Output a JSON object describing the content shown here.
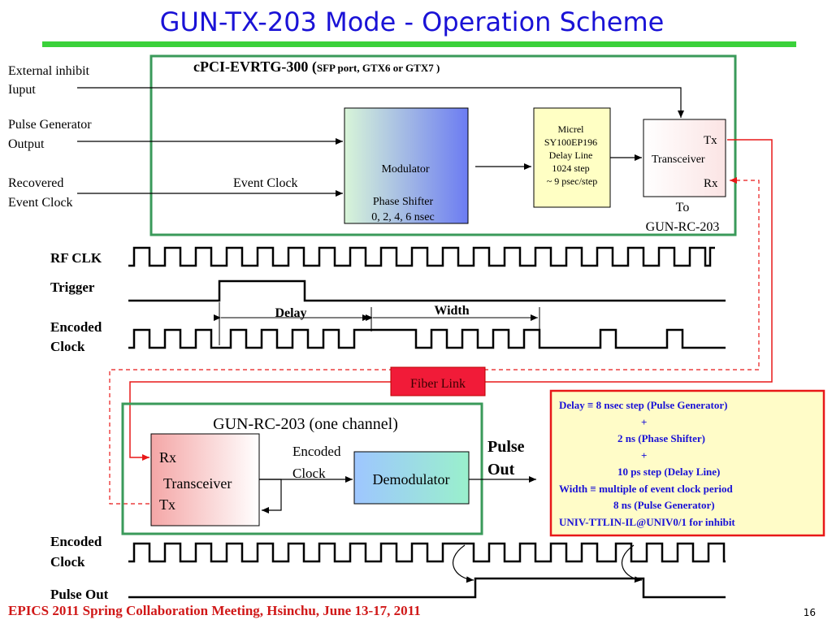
{
  "title": "GUN-TX-203 Mode - Operation Scheme",
  "tx_block": {
    "heading_main": "cPCI-EVRTG-300 (",
    "heading_small": "SFP port, GTX6 or GTX7 )",
    "modulator": "Modulator",
    "phase_shifter_line1": "Phase Shifter",
    "phase_shifter_line2": "0, 2, 4, 6 nsec",
    "delay_line": [
      "Micrel",
      "SY100EP196",
      "Delay Line",
      "1024 step",
      "~ 9 psec/step"
    ],
    "transceiver": "Transceiver",
    "tx": "Tx",
    "rx": "Rx",
    "to_line1": "To",
    "to_line2": "GUN-RC-203",
    "event_clock": "Event Clock"
  },
  "inputs": {
    "external_inhibit_line1": "External inhibit",
    "external_inhibit_line2": "Iuput",
    "pulse_gen_line1": "Pulse Generator",
    "pulse_gen_line2": "Output",
    "recovered_line1": "Recovered",
    "recovered_line2": "Event Clock"
  },
  "timing_top": {
    "rf_clk": "RF CLK",
    "trigger": "Trigger",
    "encoded_line1": "Encoded",
    "encoded_line2": "Clock",
    "delay": "Delay",
    "width": "Width"
  },
  "fiber_link": "Fiber Link",
  "rc_block": {
    "heading": "GUN-RC-203 (one channel)",
    "rx": "Rx",
    "transceiver": "Transceiver",
    "tx": "Tx",
    "encoded_line1": "Encoded",
    "encoded_line2": "Clock",
    "demodulator": "Demodulator",
    "pulse_line1": "Pulse",
    "pulse_line2": "Out"
  },
  "notes": [
    "Delay  ≡ 8 nsec step (Pulse Generator)",
    "+",
    "2 ns (Phase Shifter)",
    "+",
    "10 ps step (Delay Line)",
    "Width ≡ multiple of event clock period",
    "8 ns (Pulse Generator)",
    "UNIV-TTLIN-IL@UNIV0/1 for inhibit"
  ],
  "timing_bottom": {
    "encoded_line1": "Encoded",
    "encoded_line2": "Clock",
    "pulse_out": "Pulse Out"
  },
  "footer": "EPICS 2011 Spring Collaboration Meeting, Hsinchu, June 13-17, 2011",
  "page_number": "16",
  "colors": {
    "title": "#1a12d6",
    "green_rule": "#3ad13a",
    "box_border": "#3a9a5a",
    "red": "#e81818",
    "notes_bg": "#fffcc8",
    "footer": "#d01818"
  }
}
